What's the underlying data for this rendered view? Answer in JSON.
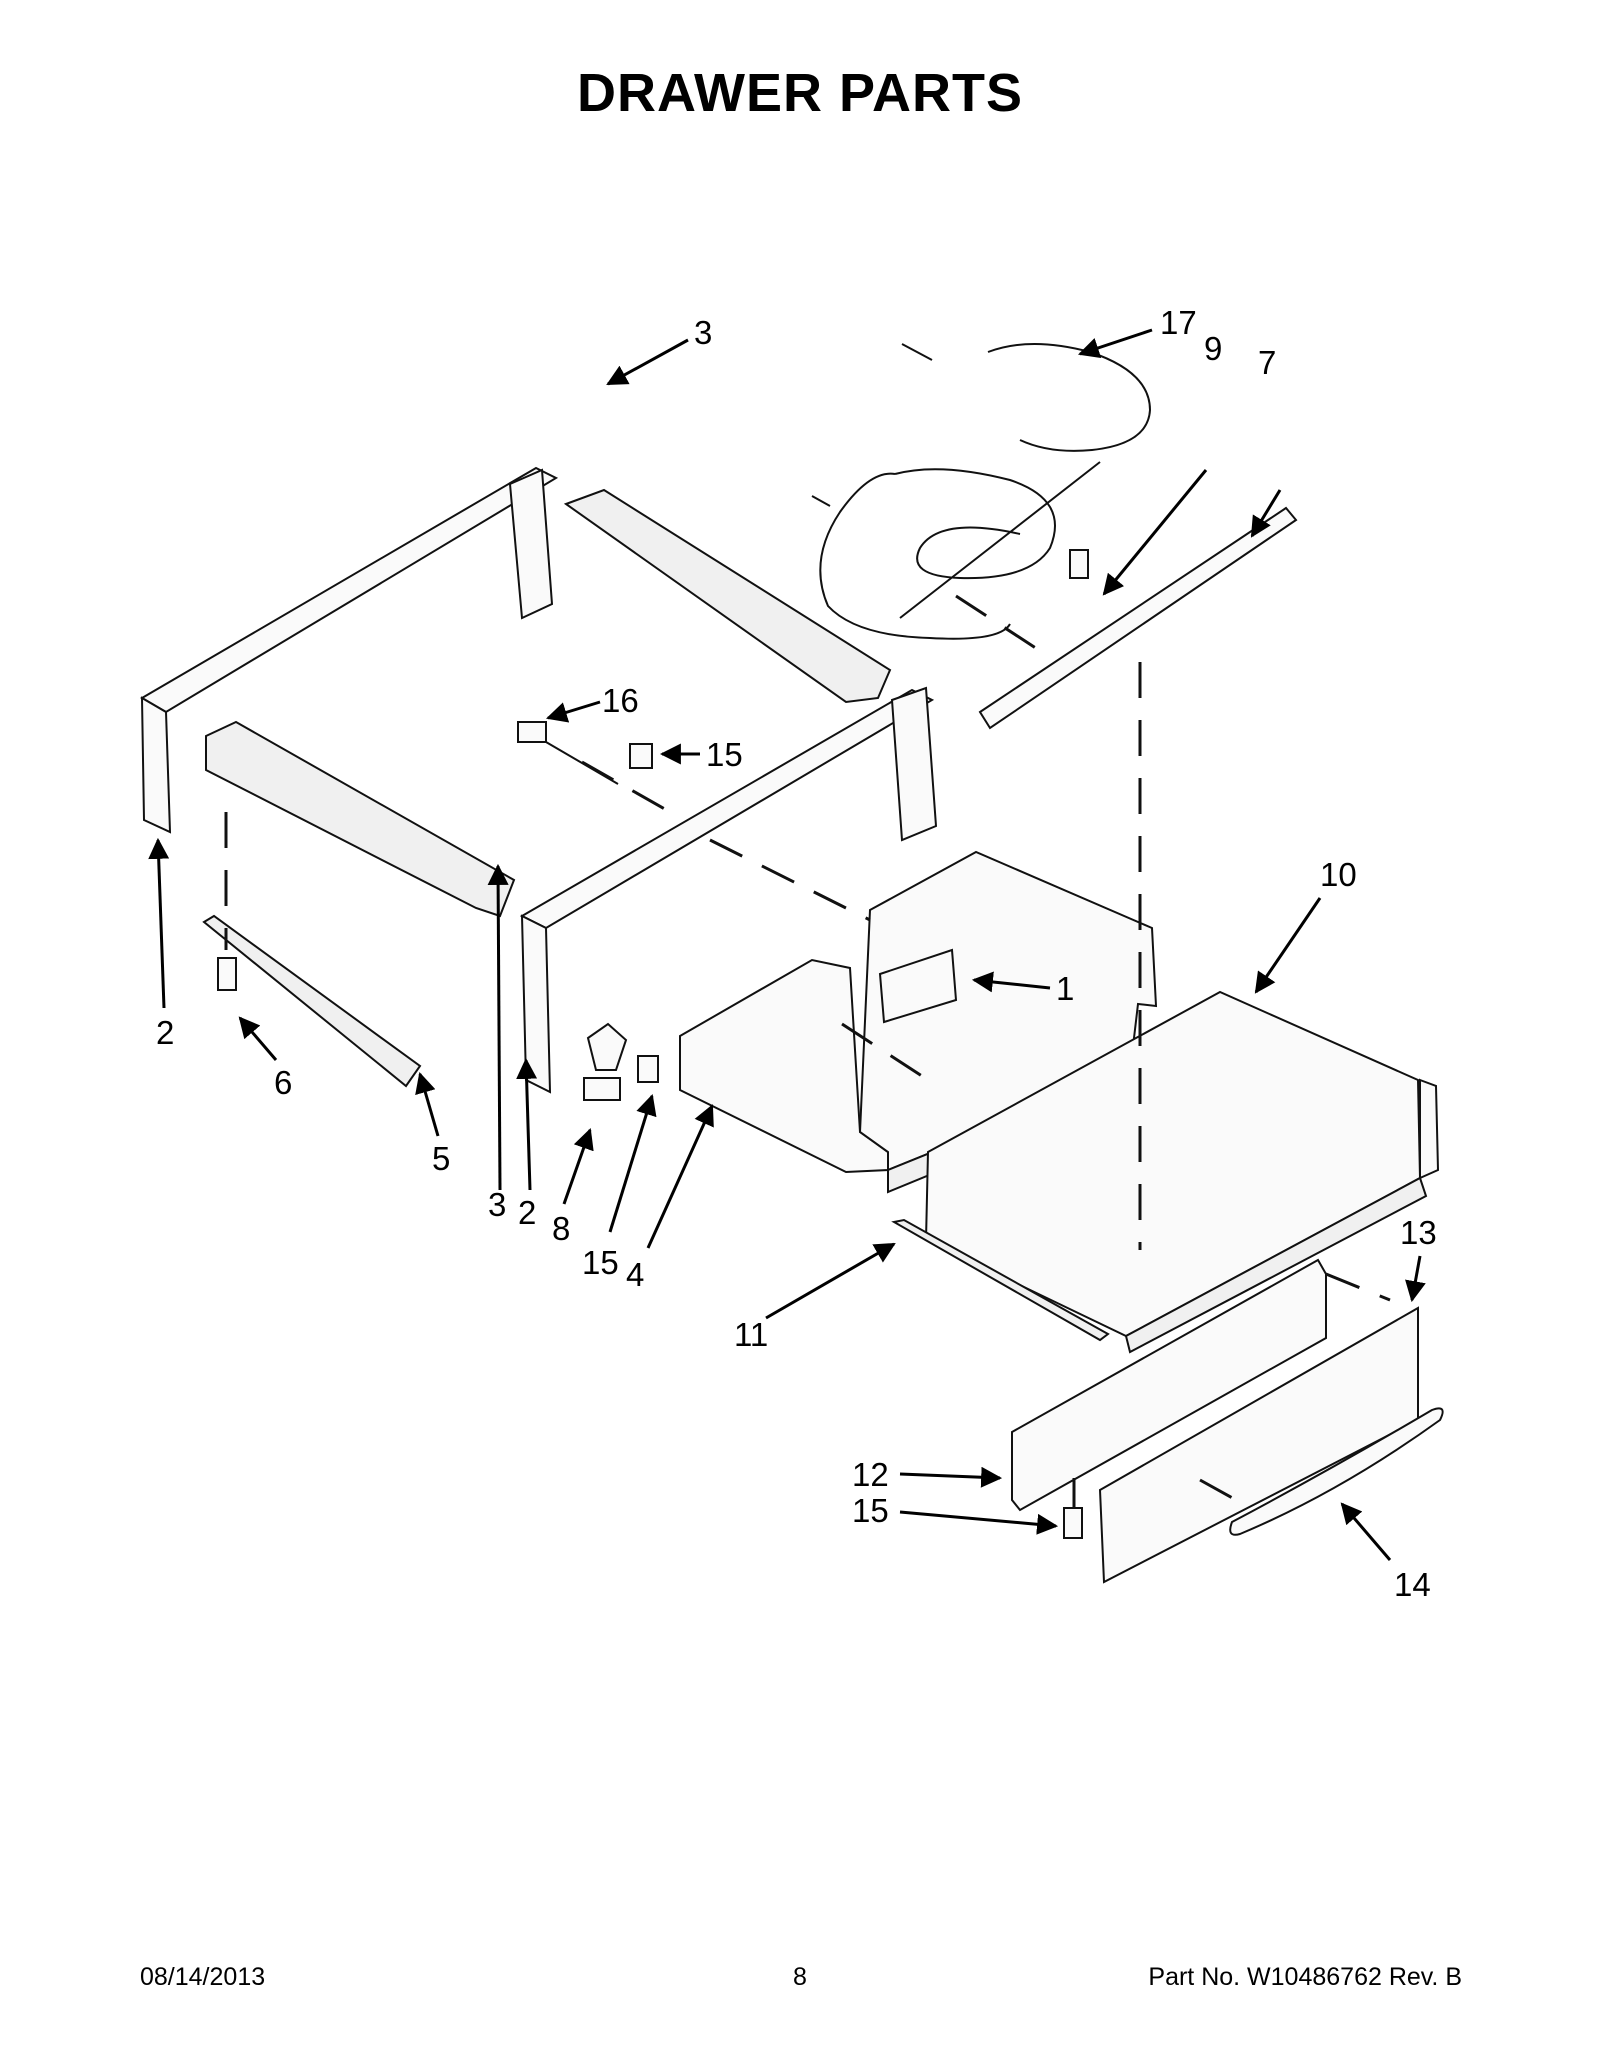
{
  "title": "DRAWER PARTS",
  "callouts": {
    "c1": "1",
    "c2a": "2",
    "c2b": "2",
    "c3a": "3",
    "c3b": "3",
    "c4": "4",
    "c5": "5",
    "c6": "6",
    "c7": "7",
    "c8": "8",
    "c9": "9",
    "c10": "10",
    "c11": "11",
    "c12": "12",
    "c13": "13",
    "c14": "14",
    "c15a": "15",
    "c15b": "15",
    "c15c": "15",
    "c16": "16",
    "c17": "17"
  },
  "footer": {
    "date": "08/14/2013",
    "page": "8",
    "part_no": "Part No.  W10486762  Rev.  B"
  }
}
